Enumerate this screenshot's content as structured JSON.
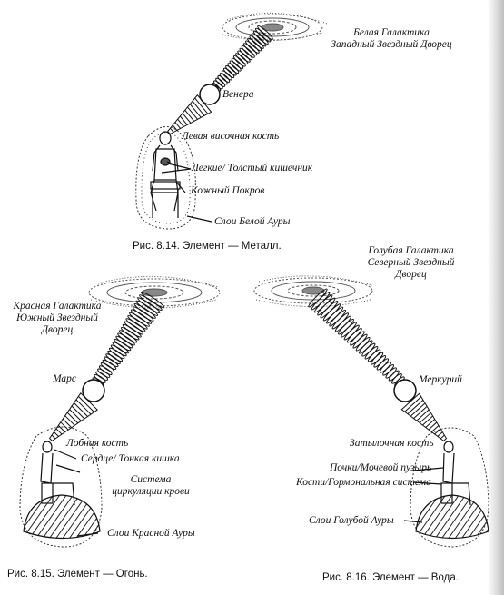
{
  "figure_14": {
    "galaxy_line1": "Белая Галактика",
    "galaxy_line2": "Западный Звездный Дворец",
    "planet": "Венера",
    "bone": "Левая височная кость",
    "organs": "Легкие/ Толстый кишечник",
    "skin": "Кожный Покров",
    "aura": "Слои Белой Ауры",
    "caption": "Рис. 8.14. Элемент — Металл."
  },
  "figure_15": {
    "galaxy_line1": "Красная Галактика",
    "galaxy_line2": "Южный Звездный",
    "galaxy_line3": "Дворец",
    "planet": "Марс",
    "bone": "Лобная кость",
    "organs": "Сердце/ Тонкая кишка",
    "system_line1": "Система",
    "system_line2": "циркуляции крови",
    "aura": "Слои Красной Ауры",
    "caption": "Рис. 8.15. Элемент — Огонь."
  },
  "figure_16": {
    "galaxy_line1": "Голубая Галактика",
    "galaxy_line2": "Северный Звездный",
    "galaxy_line3": "Дворец",
    "planet": "Меркурий",
    "bone": "Затылочная кость",
    "organs": "Почки/Мочевой пузырь",
    "system": "Кости/Гормональная система",
    "aura": "Слои Голубой Ауры",
    "caption": "Рис. 8.16. Элемент — Вода."
  }
}
